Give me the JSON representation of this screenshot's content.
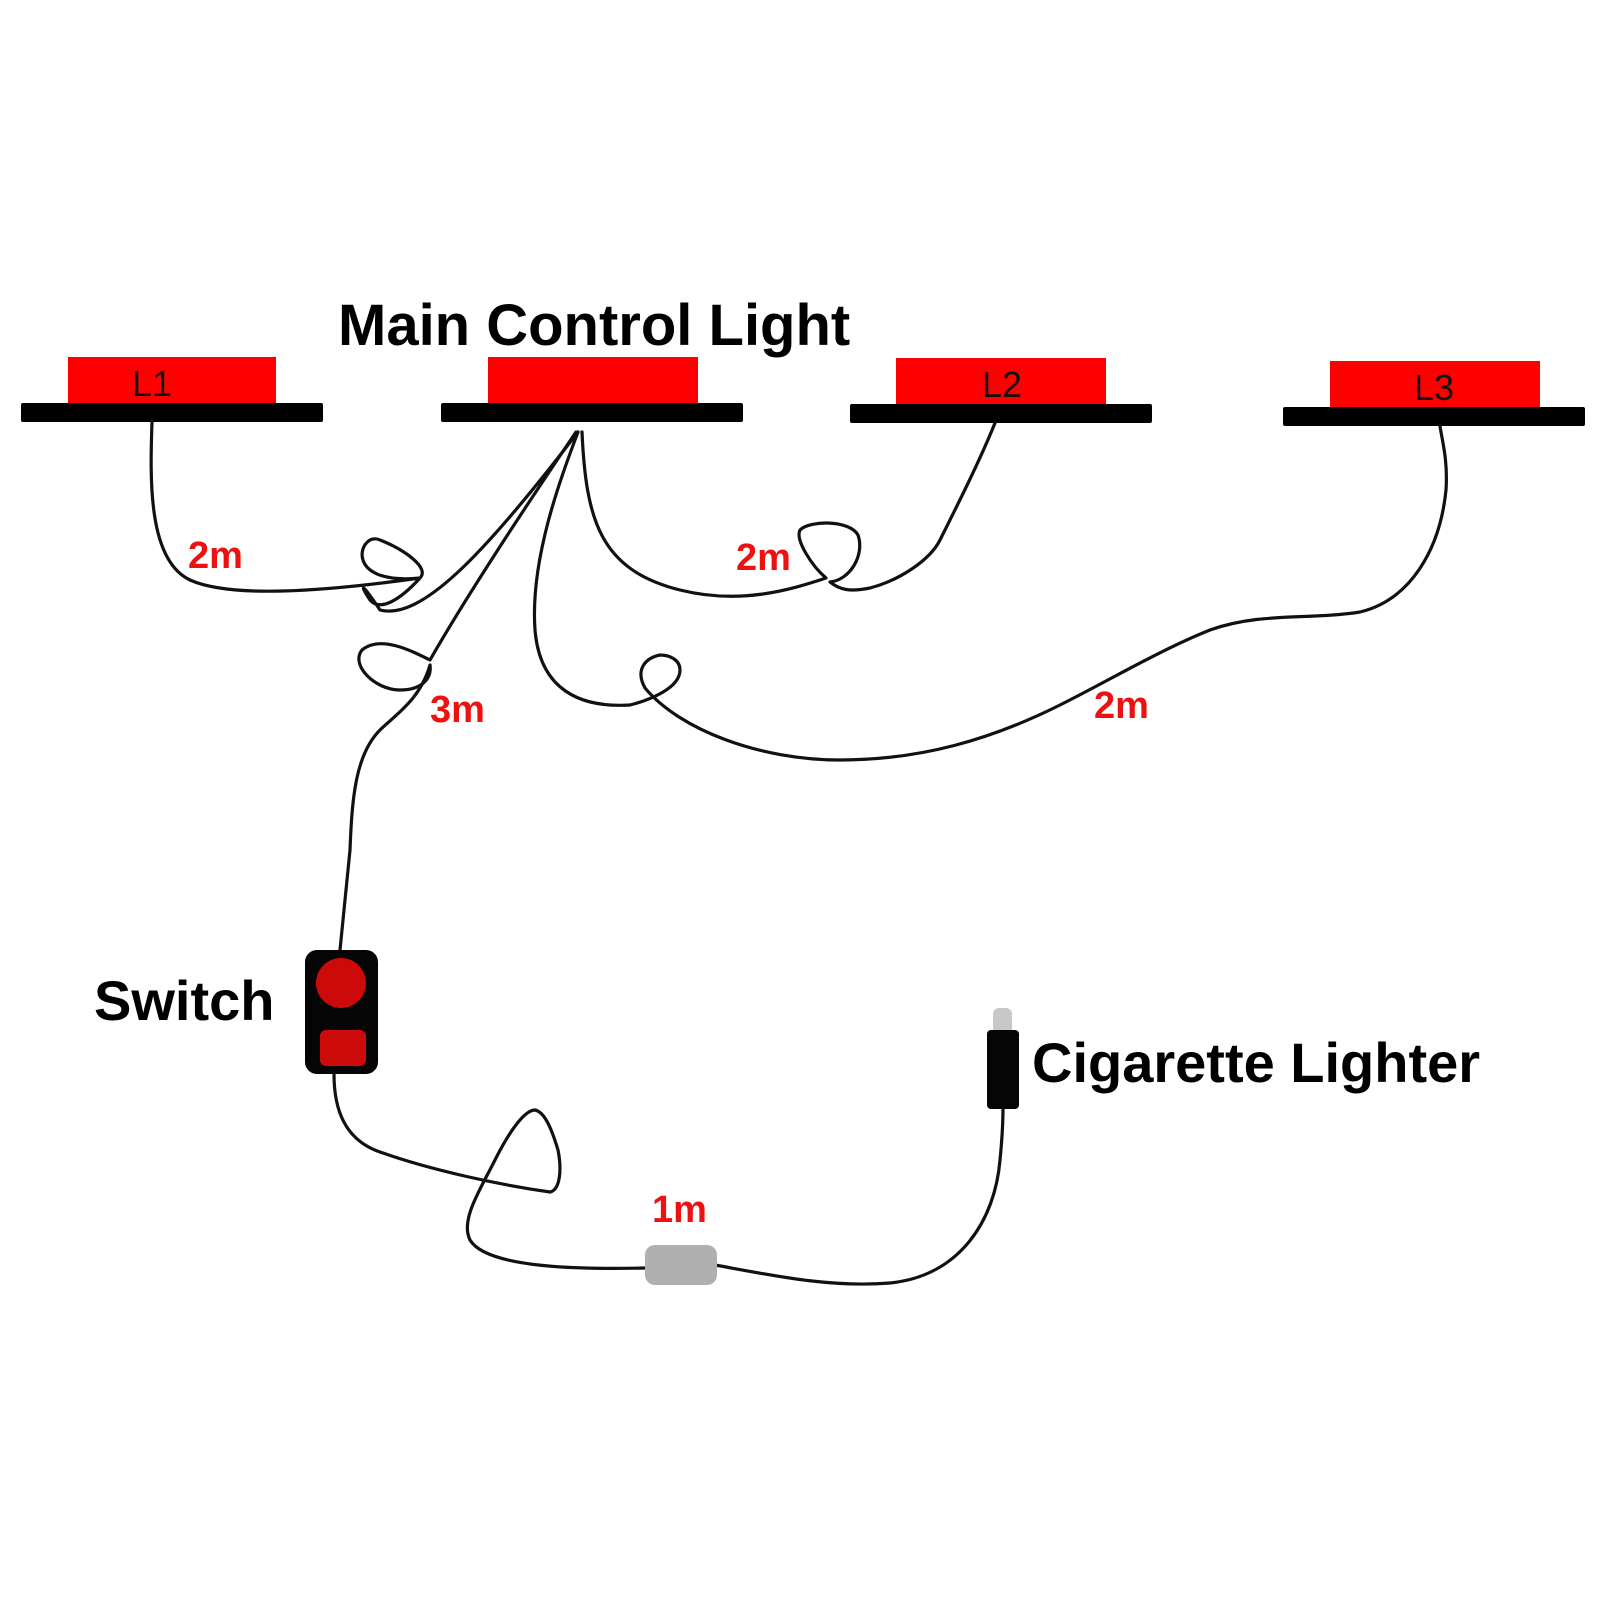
{
  "title": "Main Control Light",
  "colors": {
    "light_red": "#ff0000",
    "base_black": "#000000",
    "switch_red": "#cc0a0a",
    "length_label": "#ee1111",
    "connector_gray": "#b0b0b0",
    "wire": "#111111"
  },
  "lights": [
    {
      "id": "L1",
      "label": "L1"
    },
    {
      "id": "main",
      "label": ""
    },
    {
      "id": "L2",
      "label": "L2"
    },
    {
      "id": "L3",
      "label": "L3"
    }
  ],
  "components": {
    "switch_label": "Switch",
    "lighter_label": "Cigarette Lighter"
  },
  "wire_lengths": {
    "main_to_l1": "2m",
    "main_to_l2": "2m",
    "main_to_l3": "2m",
    "main_to_switch": "3m",
    "switch_to_lighter": "1m"
  }
}
